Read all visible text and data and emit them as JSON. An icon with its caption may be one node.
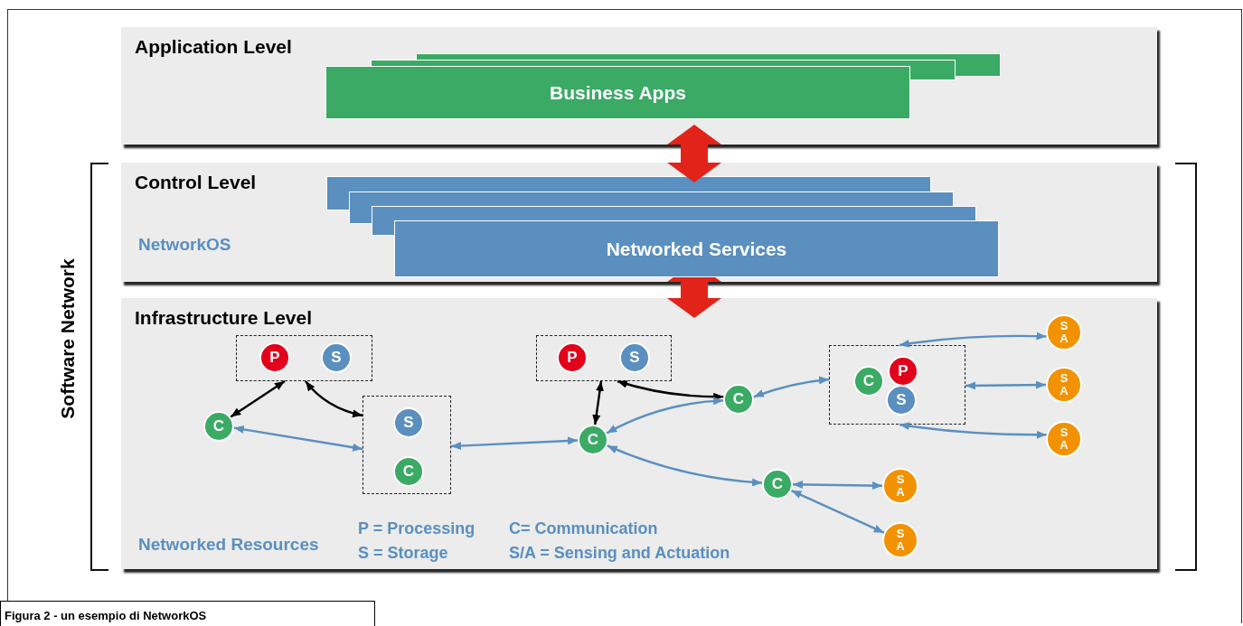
{
  "diagram": {
    "caption": "Figura 2 - un esempio di NetworkOS",
    "nodes": [
      {
        "text": [
          "Application Level"
        ]
      },
      {
        "text": [
          "Business Apps"
        ],
        "in": 0
      },
      {
        "text": [
          "Control Level",
          "NetworkOS"
        ]
      },
      {
        "text": [
          "Networked Services"
        ],
        "in": 2
      },
      {
        "text": [
          "Infrastructure Level",
          "Networked Resources"
        ]
      },
      {
        "text": [],
        "shape": "box",
        "in": 4
      },
      {
        "text": [
          "P"
        ],
        "in": 5
      },
      {
        "text": [
          "S"
        ],
        "in": 5
      },
      {
        "text": [
          "C"
        ],
        "in": 4
      },
      {
        "text": [],
        "shape": "box",
        "in": 4
      },
      {
        "text": [
          "S"
        ],
        "in": 9
      },
      {
        "text": [
          "C"
        ],
        "in": 9
      },
      {
        "text": [],
        "shape": "box",
        "in": 4
      },
      {
        "text": [
          "P"
        ],
        "in": 12
      },
      {
        "text": [
          "S"
        ],
        "in": 12
      },
      {
        "text": [
          "C"
        ],
        "in": 4
      },
      {
        "text": [
          "C"
        ],
        "in": 4
      },
      {
        "text": [],
        "shape": "box",
        "in": 4
      },
      {
        "text": [
          "P"
        ],
        "in": 17
      },
      {
        "text": [
          "S"
        ],
        "in": 17
      },
      {
        "text": [
          "C"
        ],
        "in": 17
      },
      {
        "text": [
          "C"
        ],
        "in": 4
      },
      {
        "text": [
          "S A"
        ],
        "in": 4
      },
      {
        "text": [
          "S A"
        ],
        "in": 4
      },
      {
        "text": [
          "S A"
        ],
        "in": 4
      },
      {
        "text": [
          "S A"
        ],
        "in": 4
      },
      {
        "text": [
          "S A"
        ],
        "in": 4
      },
      {
        "text": [],
        "shape": "box",
        "in": 0
      },
      {
        "text": [],
        "shape": "box",
        "in": 0
      },
      {
        "text": [],
        "shape": "box",
        "in": 2
      },
      {
        "text": [],
        "shape": "box",
        "in": 2
      },
      {
        "text": [],
        "shape": "box",
        "in": 2
      }
    ],
    "edges": [
      {
        "from": 0,
        "to": 2,
        "arrow": "both",
        "style": "thick",
        "color": "#e2231a"
      },
      {
        "from": 2,
        "to": 4,
        "arrow": "both",
        "style": "thick",
        "color": "#e2231a"
      },
      {
        "from": 5,
        "to": 8,
        "arrow": "both",
        "color": "#000000"
      },
      {
        "from": 5,
        "to": 9,
        "arrow": "both",
        "color": "#000000"
      },
      {
        "from": 8,
        "to": 9,
        "arrow": "both"
      },
      {
        "from": 9,
        "to": 15,
        "arrow": "both"
      },
      {
        "from": 12,
        "to": 15,
        "arrow": "both",
        "color": "#000000"
      },
      {
        "from": 12,
        "to": 16,
        "arrow": "both",
        "color": "#000000"
      },
      {
        "from": 15,
        "to": 16,
        "arrow": "both"
      },
      {
        "from": 16,
        "to": 17,
        "arrow": "both"
      },
      {
        "from": 15,
        "to": 21,
        "arrow": "both"
      },
      {
        "from": 21,
        "to": 25,
        "arrow": "both"
      },
      {
        "from": 21,
        "to": 26,
        "arrow": "both"
      },
      {
        "from": 17,
        "to": 22,
        "arrow": "both"
      },
      {
        "from": 17,
        "to": 23,
        "arrow": "both"
      },
      {
        "from": 17,
        "to": 24,
        "arrow": "both"
      }
    ],
    "labels": [
      "Software Network",
      "P = Processing",
      "S = Storage",
      "C= Communication",
      "S/A = Sensing and Actuation"
    ]
  }
}
